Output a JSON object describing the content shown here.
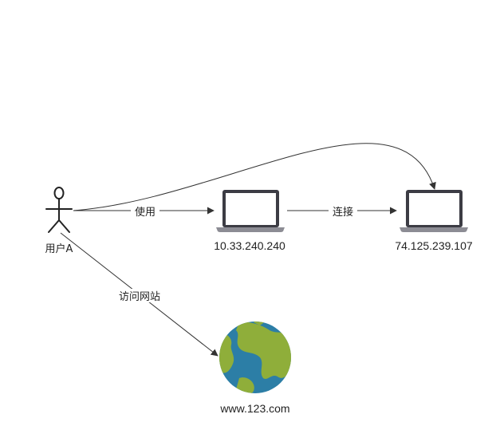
{
  "nodes": {
    "user": {
      "label": "用户A",
      "icon": "stick-figure-icon"
    },
    "laptop_local": {
      "label": "10.33.240.240",
      "icon": "laptop-icon"
    },
    "laptop_remote": {
      "label": "74.125.239.107",
      "icon": "laptop-icon"
    },
    "website": {
      "label": "www.123.com",
      "icon": "globe-icon"
    }
  },
  "edges": {
    "use": {
      "label": "使用"
    },
    "connect": {
      "label": "连接"
    },
    "visit": {
      "label": "访问网站"
    },
    "curve": {
      "label": ""
    }
  },
  "colors": {
    "line": "#333333",
    "laptop_frame": "#3c3c44",
    "laptop_screen": "#ffffff",
    "laptop_base": "#8c8c94",
    "globe_ocean": "#2c7ea6",
    "globe_land": "#8fae3a"
  }
}
